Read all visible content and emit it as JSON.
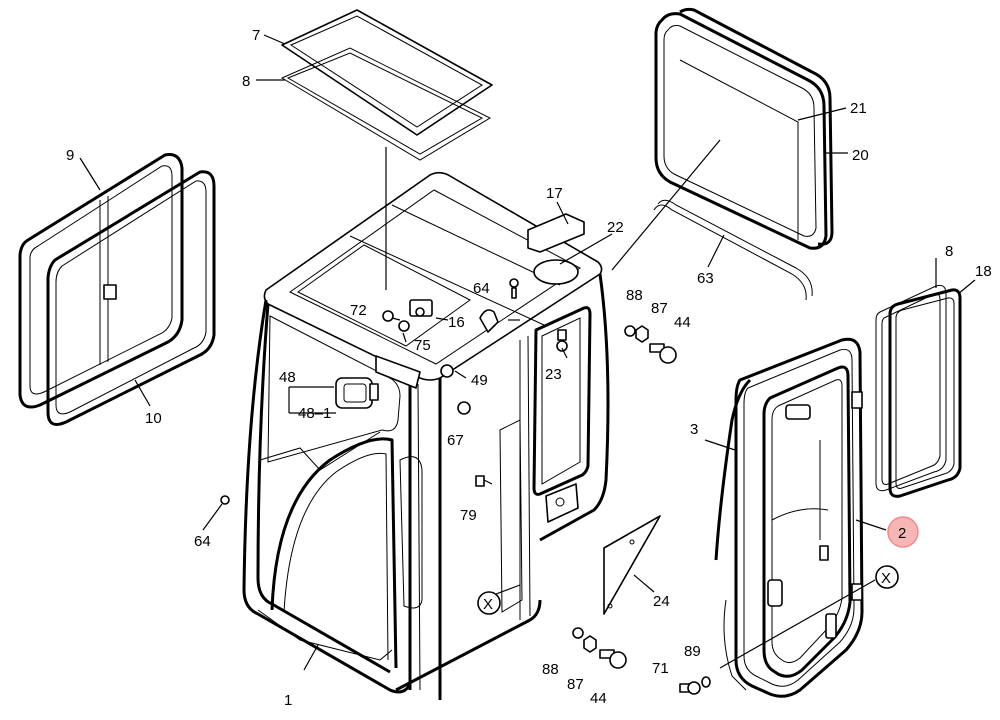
{
  "callouts": [
    {
      "id": "c7",
      "text": "7"
    },
    {
      "id": "c8a",
      "text": "8"
    },
    {
      "id": "c9",
      "text": "9"
    },
    {
      "id": "c10",
      "text": "10"
    },
    {
      "id": "c21",
      "text": "21"
    },
    {
      "id": "c20",
      "text": "20"
    },
    {
      "id": "c17",
      "text": "17"
    },
    {
      "id": "c22",
      "text": "22"
    },
    {
      "id": "c63",
      "text": "63"
    },
    {
      "id": "c64a",
      "text": "64"
    },
    {
      "id": "c72",
      "text": "72"
    },
    {
      "id": "c16",
      "text": "16"
    },
    {
      "id": "c75",
      "text": "75"
    },
    {
      "id": "c88a",
      "text": "88"
    },
    {
      "id": "c87a",
      "text": "87"
    },
    {
      "id": "c44a",
      "text": "44"
    },
    {
      "id": "c8b",
      "text": "8"
    },
    {
      "id": "c18",
      "text": "18"
    },
    {
      "id": "c48",
      "text": "48"
    },
    {
      "id": "c48_1",
      "text": "48–1"
    },
    {
      "id": "c49",
      "text": "49"
    },
    {
      "id": "c23",
      "text": "23"
    },
    {
      "id": "c67",
      "text": "67"
    },
    {
      "id": "c3",
      "text": "3"
    },
    {
      "id": "c2",
      "text": "2"
    },
    {
      "id": "c79",
      "text": "79"
    },
    {
      "id": "c64b",
      "text": "64"
    },
    {
      "id": "c24",
      "text": "24"
    },
    {
      "id": "cX1",
      "text": "X"
    },
    {
      "id": "cX2",
      "text": "X"
    },
    {
      "id": "c88b",
      "text": "88"
    },
    {
      "id": "c87b",
      "text": "87"
    },
    {
      "id": "c44b",
      "text": "44"
    },
    {
      "id": "c89",
      "text": "89"
    },
    {
      "id": "c71",
      "text": "71"
    },
    {
      "id": "c1",
      "text": "1"
    }
  ],
  "colors": {
    "line": "#000000",
    "highlight_fill": "#f7b6b6",
    "highlight_stroke": "#f08a8a"
  }
}
